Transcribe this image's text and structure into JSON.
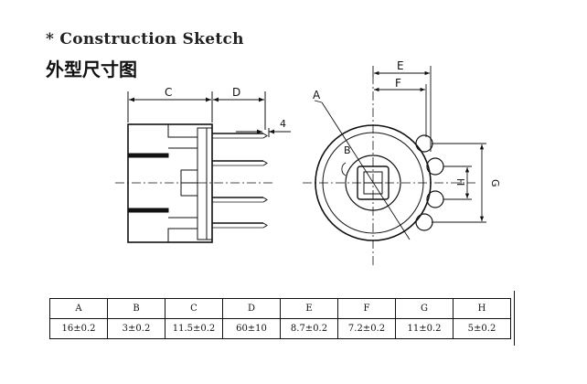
{
  "title": {
    "english": "* Construction Sketch",
    "chinese": "外型尺寸图"
  },
  "labels": {
    "C": "C",
    "D": "D",
    "four": "4",
    "A": "A",
    "B": "B",
    "E": "E",
    "F": "F",
    "H": "H",
    "G": "G"
  },
  "table": {
    "headers": [
      "A",
      "B",
      "C",
      "D",
      "E",
      "F",
      "G",
      "H"
    ],
    "values": [
      "16±0.2",
      "3±0.2",
      "11.5±0.2",
      "60±10",
      "8.7±0.2",
      "7.2±0.2",
      "11±0.2",
      "5±0.2"
    ]
  }
}
